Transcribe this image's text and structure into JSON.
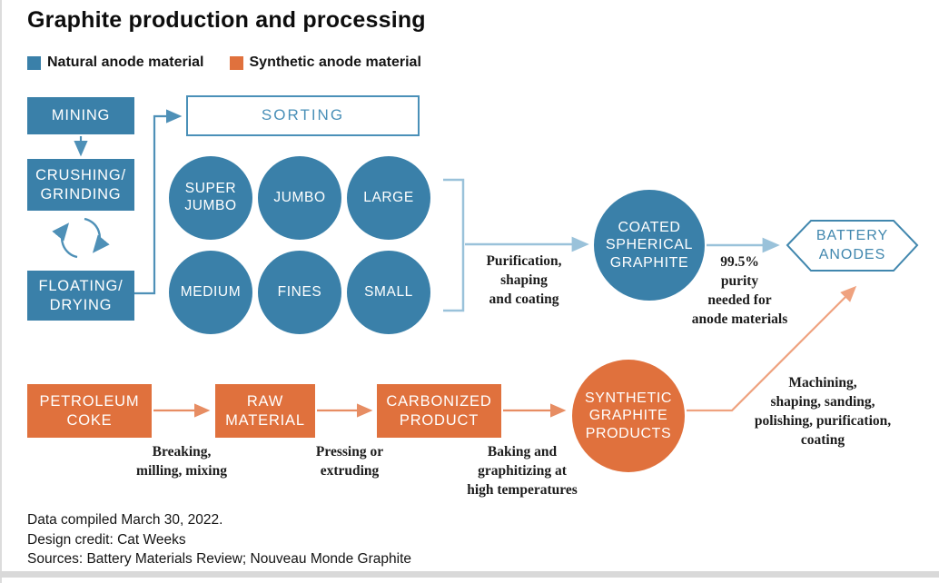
{
  "title": "Graphite production and processing",
  "legend": [
    {
      "label": "Natural anode material",
      "color": "#3a80a9"
    },
    {
      "label": "Synthetic anode material",
      "color": "#e0713d"
    }
  ],
  "colors": {
    "natural_blue": "#3a80a9",
    "synthetic_orange": "#e0713d",
    "connector_blue": "#4e90b7",
    "connector_light_blue": "#9ac2da",
    "connector_orange": "#e78d63",
    "connector_light_orange": "#efa27f",
    "outline_blue": "#4187ae",
    "bottom_bar_gray": "#d9d9d9"
  },
  "natural": {
    "mining": "MINING",
    "crushing": "CRUSHING/\nGRINDING",
    "floating": "FLOATING/\nDRYING",
    "sorting": "SORTING",
    "sizes": [
      "SUPER\nJUMBO",
      "JUMBO",
      "LARGE",
      "MEDIUM",
      "FINES",
      "SMALL"
    ],
    "purification_note": "Purification,\nshaping\nand coating",
    "coated": "COATED\nSPHERICAL\nGRAPHITE",
    "purity_note": "99.5%\npurity\nneeded for\nanode materials"
  },
  "synthetic": {
    "petroleum": "PETROLEUM\nCOKE",
    "raw": "RAW\nMATERIAL",
    "carbonized": "CARBONIZED\nPRODUCT",
    "products": "SYNTHETIC\nGRAPHITE\nPRODUCTS",
    "breaking_note": "Breaking,\nmilling, mixing",
    "pressing_note": "Pressing or\nextruding",
    "baking_note": "Baking and\ngraphitizing at\nhigh temperatures",
    "machining_note": "Machining,\nshaping, sanding,\npolishing, purification,\ncoating"
  },
  "battery": "BATTERY\nANODES",
  "footer": {
    "line1": "Data compiled March 30, 2022.",
    "line2": "Design credit: Cat Weeks",
    "line3": "Sources: Battery Materials Review; Nouveau Monde Graphite"
  }
}
